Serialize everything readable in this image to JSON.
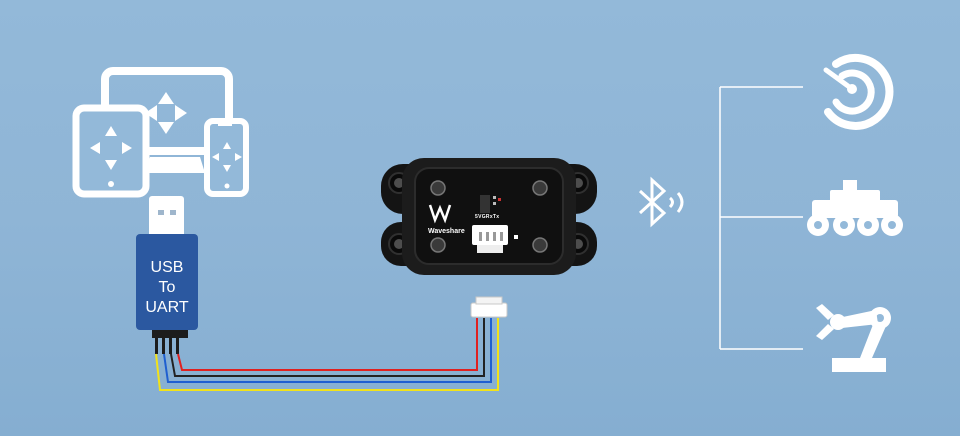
{
  "usb_adapter": {
    "line1": "USB",
    "line2": "To",
    "line3": "UART"
  },
  "module": {
    "brand": "Waveshare",
    "pins": "5VGRxTx"
  },
  "icons": {
    "host_devices": "devices-icon",
    "bluetooth": "bluetooth-icon",
    "targets": [
      "lidar-icon",
      "robot-car-icon",
      "robot-arm-icon"
    ]
  },
  "wire_colors": {
    "red": "#e02020",
    "black": "#222222",
    "blue": "#1f5fd0",
    "yellow": "#f2e21a"
  },
  "colors": {
    "adapter_blue": "#2b58a0",
    "icon_white": "#ffffff"
  }
}
